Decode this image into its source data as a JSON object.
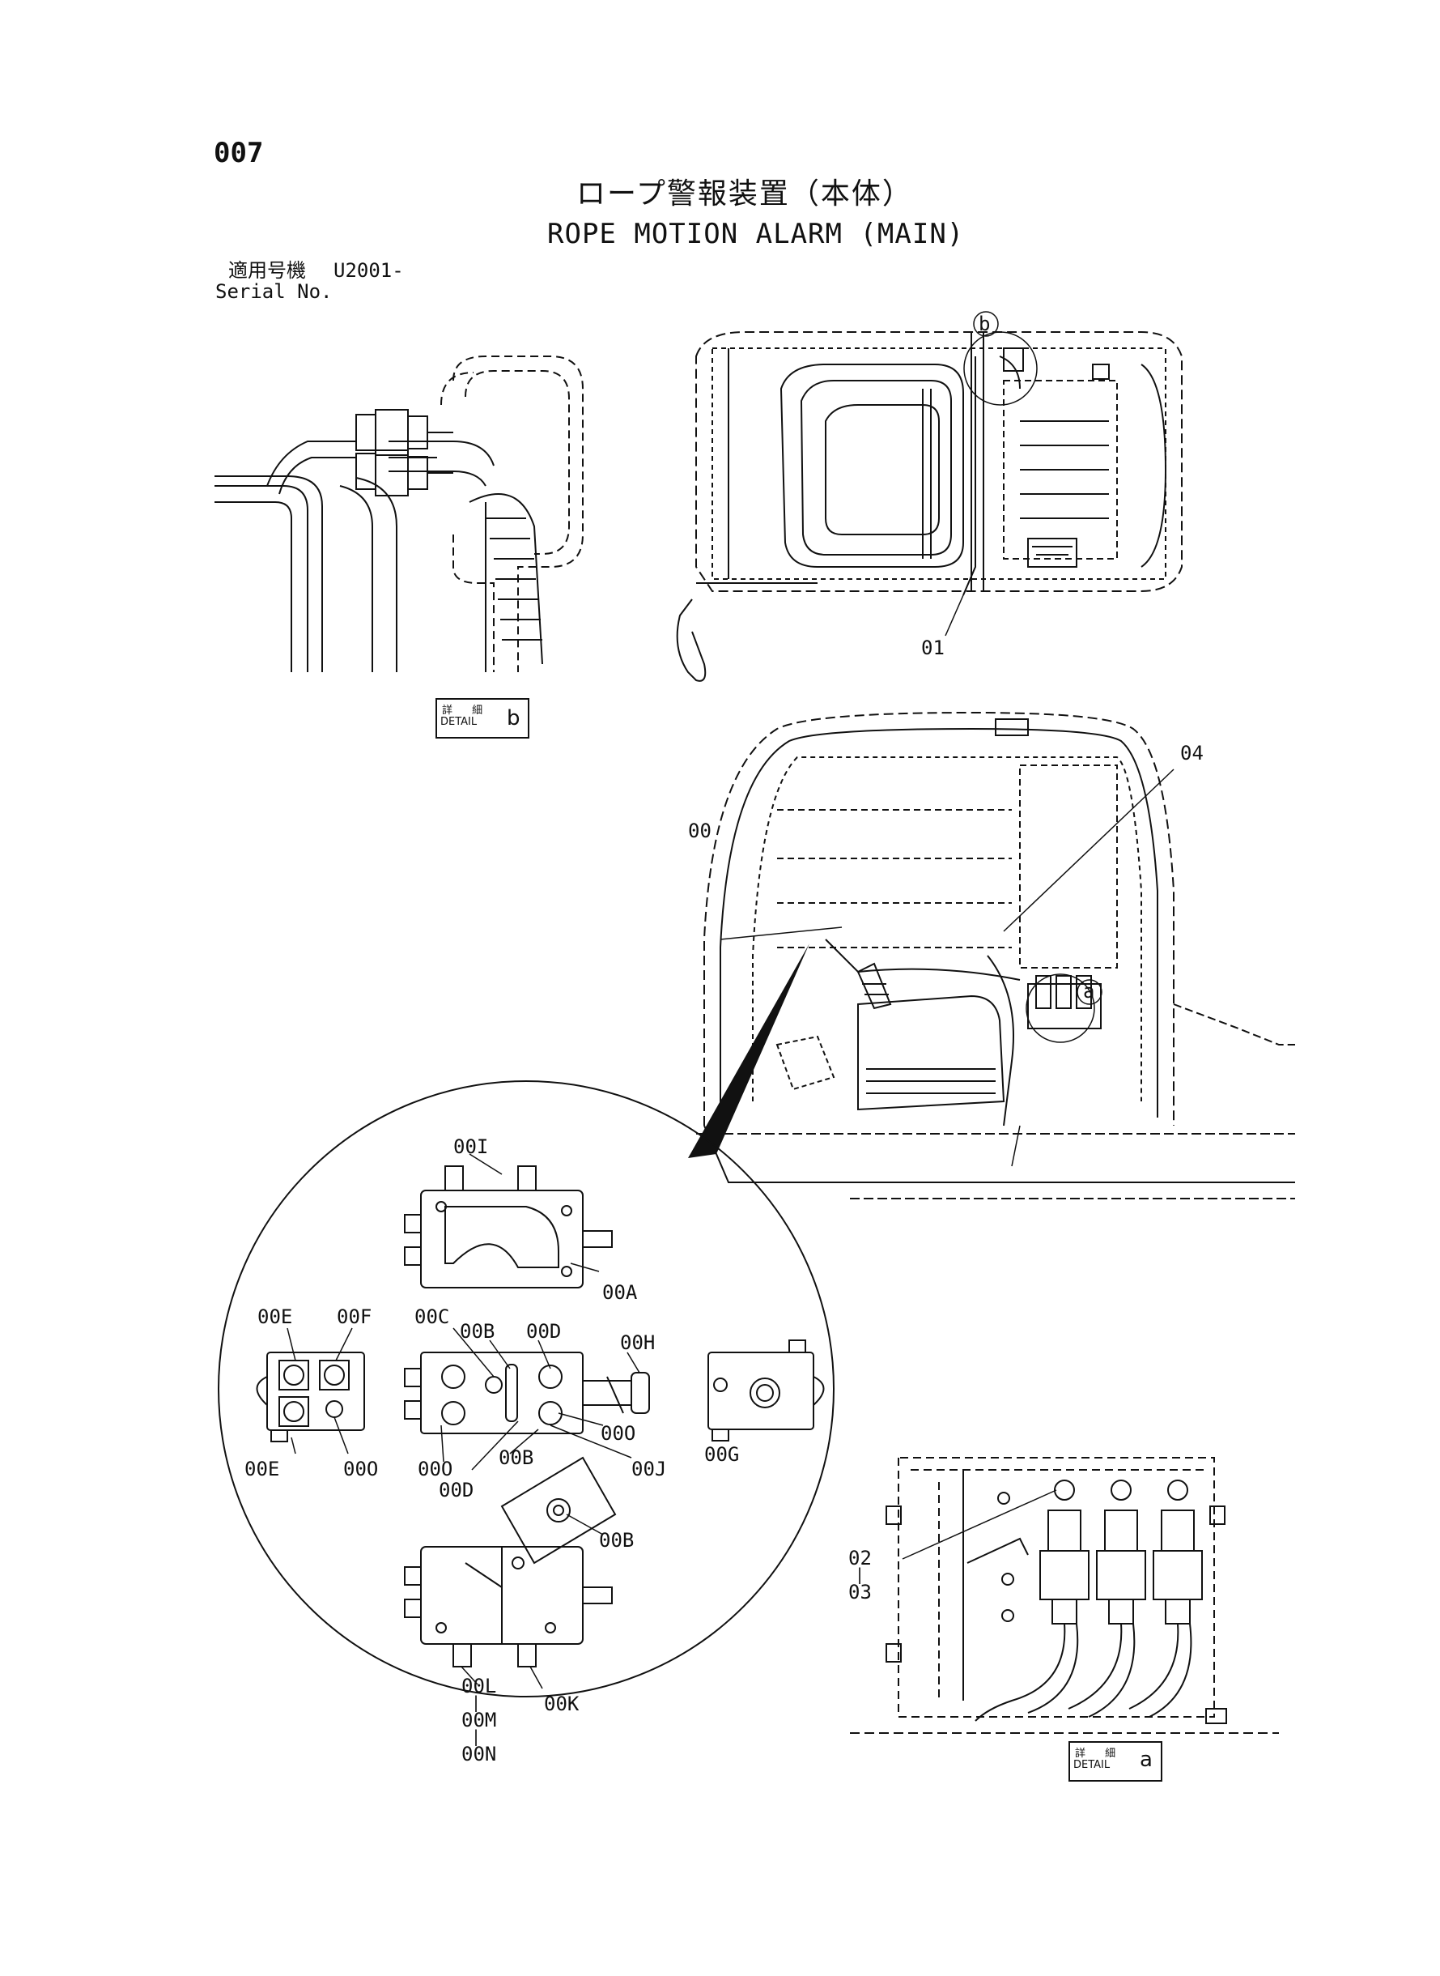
{
  "header": {
    "page_number": "007",
    "title_jp": "ロープ警報装置（本体）",
    "title_en": "ROPE MOTION ALARM (MAIN)",
    "serial_label_jp": "適用号機",
    "serial_value": "U2001-",
    "serial_label_en": "Serial No."
  },
  "detail_tags": {
    "jp": "詳 細",
    "en": "DETAIL",
    "b": "b",
    "a": "a"
  },
  "callouts": {
    "b": "b",
    "a": "a"
  },
  "part_labels": {
    "p01": "01",
    "p04": "04",
    "p00": "00",
    "p00I": "00I",
    "p00A": "00A",
    "p00E_top": "00E",
    "p00F": "00F",
    "p00C": "00C",
    "p00B_top": "00B",
    "p00D_top": "00D",
    "p00H": "00H",
    "p00O_right": "00O",
    "p00G": "00G",
    "p00E_bottom": "00E",
    "p00O_left": "00O",
    "p00O_mid": "00O",
    "p00B_mid": "00B",
    "p00J": "00J",
    "p00D_bottom": "00D",
    "p00B_lower": "00B",
    "p00L": "00L",
    "p00M": "00M",
    "p00N": "00N",
    "p00K": "00K",
    "p02": "02",
    "p03": "03"
  }
}
